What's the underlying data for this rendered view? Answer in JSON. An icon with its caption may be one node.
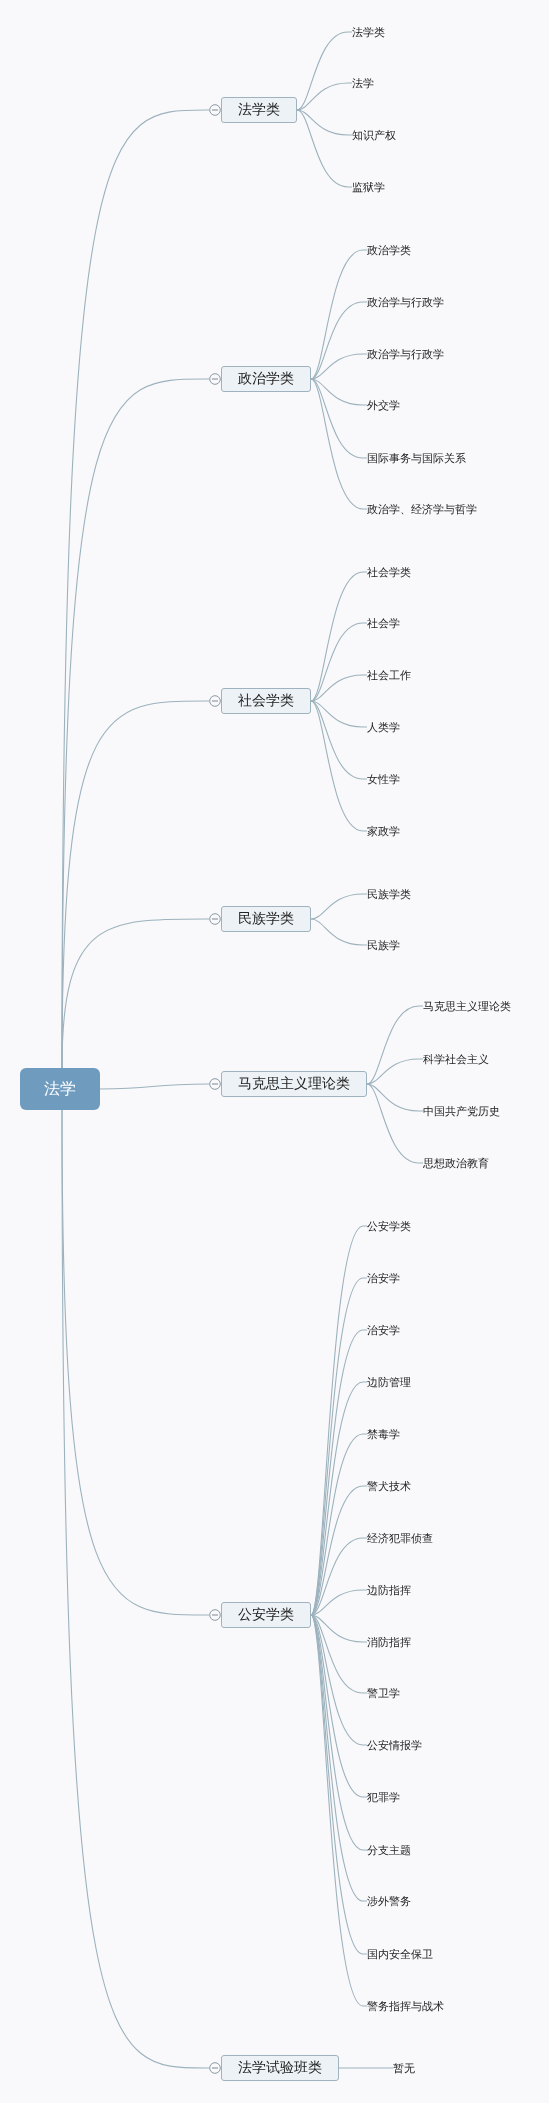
{
  "diagram": {
    "nodes": [
      {
        "text": [
          "法学"
        ]
      },
      {
        "text": [
          "法学类"
        ]
      },
      {
        "text": [
          "法学类"
        ]
      },
      {
        "text": [
          "法学"
        ]
      },
      {
        "text": [
          "知识产权"
        ]
      },
      {
        "text": [
          "监狱学"
        ]
      },
      {
        "text": [
          "政治学类"
        ]
      },
      {
        "text": [
          "政治学类"
        ]
      },
      {
        "text": [
          "政治学与行政学"
        ]
      },
      {
        "text": [
          "政治学与行政学"
        ]
      },
      {
        "text": [
          "外交学"
        ]
      },
      {
        "text": [
          "国际事务与国际关系"
        ]
      },
      {
        "text": [
          "政治学、经济学与哲学"
        ]
      },
      {
        "text": [
          "社会学类"
        ]
      },
      {
        "text": [
          "社会学类"
        ]
      },
      {
        "text": [
          "社会学"
        ]
      },
      {
        "text": [
          "社会工作"
        ]
      },
      {
        "text": [
          "人类学"
        ]
      },
      {
        "text": [
          "女性学"
        ]
      },
      {
        "text": [
          "家政学"
        ]
      },
      {
        "text": [
          "民族学类"
        ]
      },
      {
        "text": [
          "民族学类"
        ]
      },
      {
        "text": [
          "民族学"
        ]
      },
      {
        "text": [
          "马克思主义理论类"
        ]
      },
      {
        "text": [
          "马克思主义理论类"
        ]
      },
      {
        "text": [
          "科学社会主义"
        ]
      },
      {
        "text": [
          "中国共产党历史"
        ]
      },
      {
        "text": [
          "思想政治教育"
        ]
      },
      {
        "text": [
          "公安学类"
        ]
      },
      {
        "text": [
          "公安学类"
        ]
      },
      {
        "text": [
          "治安学"
        ]
      },
      {
        "text": [
          "治安学"
        ]
      },
      {
        "text": [
          "边防管理"
        ]
      },
      {
        "text": [
          "禁毒学"
        ]
      },
      {
        "text": [
          "警犬技术"
        ]
      },
      {
        "text": [
          "经济犯罪侦查"
        ]
      },
      {
        "text": [
          "边防指挥"
        ]
      },
      {
        "text": [
          "消防指挥"
        ]
      },
      {
        "text": [
          "警卫学"
        ]
      },
      {
        "text": [
          "公安情报学"
        ]
      },
      {
        "text": [
          "犯罪学"
        ]
      },
      {
        "text": [
          "分支主题"
        ]
      },
      {
        "text": [
          "涉外警务"
        ]
      },
      {
        "text": [
          "国内安全保卫"
        ]
      },
      {
        "text": [
          "警务指挥与战术"
        ]
      },
      {
        "text": [
          "法学试验班类"
        ]
      },
      {
        "text": [
          "暂无"
        ]
      }
    ],
    "edges": [
      {
        "from": 0,
        "to": 1,
        "arrow": "none"
      },
      {
        "from": 1,
        "to": 2,
        "arrow": "none"
      },
      {
        "from": 1,
        "to": 3,
        "arrow": "none"
      },
      {
        "from": 1,
        "to": 4,
        "arrow": "none"
      },
      {
        "from": 1,
        "to": 5,
        "arrow": "none"
      },
      {
        "from": 0,
        "to": 6,
        "arrow": "none"
      },
      {
        "from": 6,
        "to": 7,
        "arrow": "none"
      },
      {
        "from": 6,
        "to": 8,
        "arrow": "none"
      },
      {
        "from": 6,
        "to": 9,
        "arrow": "none"
      },
      {
        "from": 6,
        "to": 10,
        "arrow": "none"
      },
      {
        "from": 6,
        "to": 11,
        "arrow": "none"
      },
      {
        "from": 6,
        "to": 12,
        "arrow": "none"
      },
      {
        "from": 0,
        "to": 13,
        "arrow": "none"
      },
      {
        "from": 13,
        "to": 14,
        "arrow": "none"
      },
      {
        "from": 13,
        "to": 15,
        "arrow": "none"
      },
      {
        "from": 13,
        "to": 16,
        "arrow": "none"
      },
      {
        "from": 13,
        "to": 17,
        "arrow": "none"
      },
      {
        "from": 13,
        "to": 18,
        "arrow": "none"
      },
      {
        "from": 13,
        "to": 19,
        "arrow": "none"
      },
      {
        "from": 0,
        "to": 20,
        "arrow": "none"
      },
      {
        "from": 20,
        "to": 21,
        "arrow": "none"
      },
      {
        "from": 20,
        "to": 22,
        "arrow": "none"
      },
      {
        "from": 0,
        "to": 23,
        "arrow": "none"
      },
      {
        "from": 23,
        "to": 24,
        "arrow": "none"
      },
      {
        "from": 23,
        "to": 25,
        "arrow": "none"
      },
      {
        "from": 23,
        "to": 26,
        "arrow": "none"
      },
      {
        "from": 23,
        "to": 27,
        "arrow": "none"
      },
      {
        "from": 0,
        "to": 28,
        "arrow": "none"
      },
      {
        "from": 28,
        "to": 29,
        "arrow": "none"
      },
      {
        "from": 28,
        "to": 30,
        "arrow": "none"
      },
      {
        "from": 28,
        "to": 31,
        "arrow": "none"
      },
      {
        "from": 28,
        "to": 32,
        "arrow": "none"
      },
      {
        "from": 28,
        "to": 33,
        "arrow": "none"
      },
      {
        "from": 28,
        "to": 34,
        "arrow": "none"
      },
      {
        "from": 28,
        "to": 35,
        "arrow": "none"
      },
      {
        "from": 28,
        "to": 36,
        "arrow": "none"
      },
      {
        "from": 28,
        "to": 37,
        "arrow": "none"
      },
      {
        "from": 28,
        "to": 38,
        "arrow": "none"
      },
      {
        "from": 28,
        "to": 39,
        "arrow": "none"
      },
      {
        "from": 28,
        "to": 40,
        "arrow": "none"
      },
      {
        "from": 28,
        "to": 41,
        "arrow": "none"
      },
      {
        "from": 28,
        "to": 42,
        "arrow": "none"
      },
      {
        "from": 28,
        "to": 43,
        "arrow": "none"
      },
      {
        "from": 28,
        "to": 44,
        "arrow": "none"
      },
      {
        "from": 0,
        "to": 45,
        "arrow": "none"
      },
      {
        "from": 45,
        "to": 46,
        "arrow": "none"
      }
    ]
  }
}
